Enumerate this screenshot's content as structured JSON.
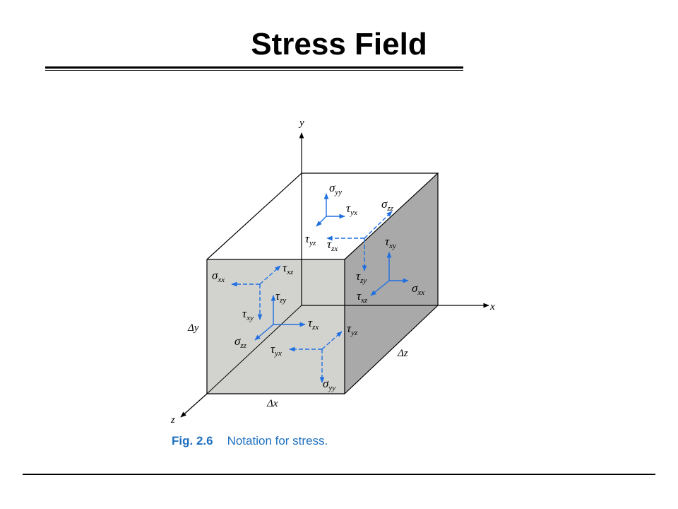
{
  "title": "Stress Field",
  "figure": {
    "caption_number": "Fig. 2.6",
    "caption_text": "Notation for stress.",
    "axes": {
      "x": "x",
      "y": "y",
      "z": "z"
    },
    "dims": {
      "dx": "Δx",
      "dy": "Δy",
      "dz": "Δz"
    },
    "stress_labels": {
      "top_syy": {
        "sym": "σ",
        "sub": "yy"
      },
      "top_tyx": {
        "sym": "τ",
        "sub": "yx"
      },
      "top_tyz": {
        "sym": "τ",
        "sub": "yz"
      },
      "top_szz": {
        "sym": "σ",
        "sub": "zz"
      },
      "top_tzx": {
        "sym": "τ",
        "sub": "zx"
      },
      "right_txy": {
        "sym": "τ",
        "sub": "xy"
      },
      "right_tzy": {
        "sym": "τ",
        "sub": "zy"
      },
      "right_sxx": {
        "sym": "σ",
        "sub": "xx"
      },
      "right_txz": {
        "sym": "τ",
        "sub": "xz"
      },
      "front_sxx": {
        "sym": "σ",
        "sub": "xx"
      },
      "front_txz": {
        "sym": "τ",
        "sub": "xz"
      },
      "front_tzy": {
        "sym": "τ",
        "sub": "zy"
      },
      "front_txy": {
        "sym": "τ",
        "sub": "xy"
      },
      "front_tzx": {
        "sym": "τ",
        "sub": "zx"
      },
      "front_tyz": {
        "sym": "τ",
        "sub": "yz"
      },
      "front_szz": {
        "sym": "σ",
        "sub": "zz"
      },
      "front_tyx": {
        "sym": "τ",
        "sub": "yx"
      },
      "front_syy": {
        "sym": "σ",
        "sub": "yy"
      }
    },
    "colors": {
      "arrow": "#1f6fe0",
      "front_face": "#d2d3cf",
      "side_face": "#a9a9a9",
      "line": "#000000",
      "caption": "#1e6fbf"
    }
  }
}
